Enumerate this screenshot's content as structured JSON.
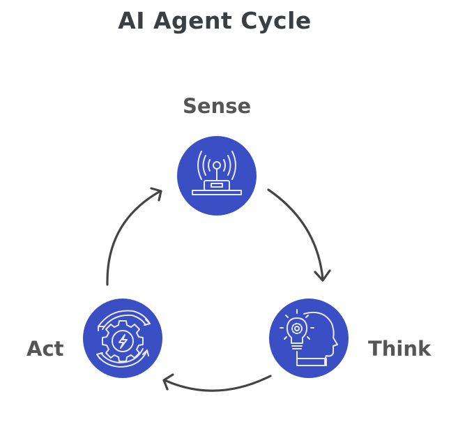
{
  "title": "AI Agent Cycle",
  "colors": {
    "node_fill": "#3b4fc4",
    "icon_stroke": "#e8eaf6",
    "arrow": "#444444",
    "title": "#3c3f42",
    "label": "#555555"
  },
  "nodes": [
    {
      "label": "Sense",
      "icon": "antenna-signal-icon"
    },
    {
      "label": "Think",
      "icon": "lightbulb-head-icon"
    },
    {
      "label": "Act",
      "icon": "gear-cycle-lightning-icon"
    }
  ],
  "edges": [
    {
      "from": "Sense",
      "to": "Think"
    },
    {
      "from": "Think",
      "to": "Act"
    },
    {
      "from": "Act",
      "to": "Sense"
    }
  ]
}
